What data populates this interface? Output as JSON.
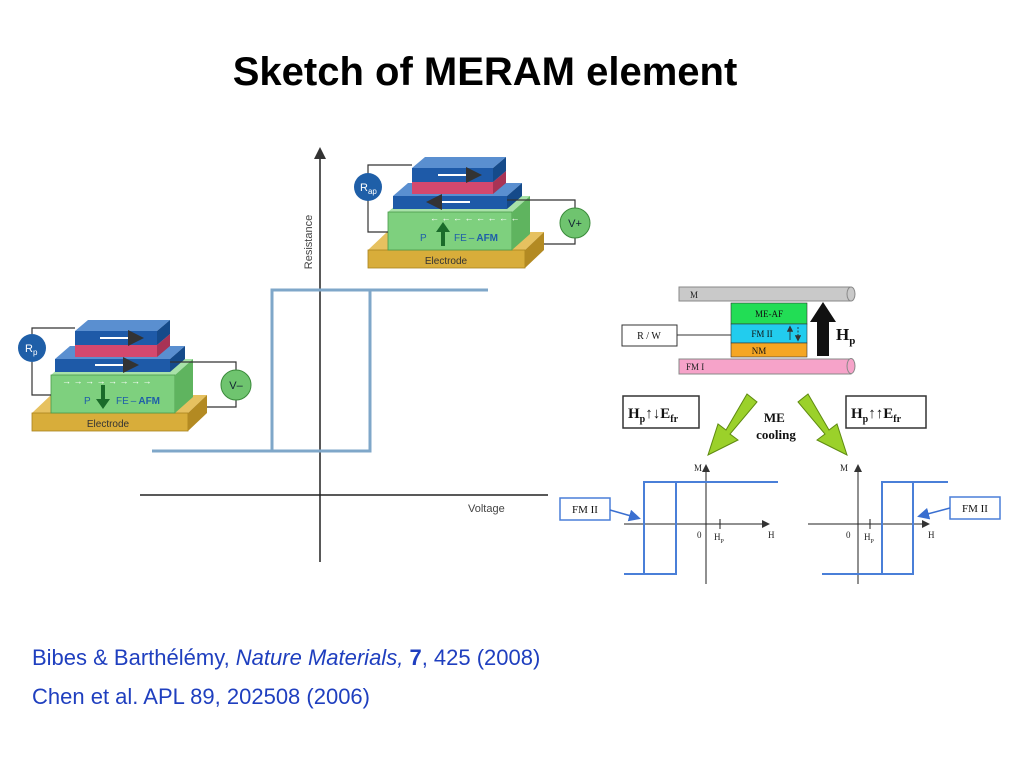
{
  "slide": {
    "title": "Sketch of MERAM element"
  },
  "left_diagram": {
    "y_axis_label": "Resistance",
    "x_axis_label": "Voltage",
    "top_device": {
      "resistor_label": "R",
      "resistor_sub": "ap",
      "source_label": "V+",
      "layer_label_p": "P",
      "layer_label_fe": "FE",
      "layer_label_dash": "–",
      "layer_label_afm": "AFM",
      "electrode_label": "Electrode"
    },
    "bottom_device": {
      "resistor_label": "R",
      "resistor_sub": "p",
      "source_label": "V–",
      "layer_label_p": "P",
      "layer_label_fe": "FE",
      "layer_label_dash": "–",
      "layer_label_afm": "AFM",
      "electrode_label": "Electrode"
    }
  },
  "right_diagram": {
    "top_layer": "M",
    "meaf_layer": "ME-AF",
    "fm2_layer": "FM II",
    "nm_layer": "NM",
    "fm1_layer": "FM I",
    "rw_label": "R / W",
    "hp_main": "H",
    "hp_sub": "p",
    "box_left": {
      "h": "H",
      "p": "p",
      "arrows": "↑↓",
      "e": "E",
      "fr": "fr"
    },
    "box_right": {
      "h": "H",
      "p": "p",
      "arrows": "↑↑",
      "e": "E",
      "fr": "fr"
    },
    "me_cooling_1": "ME",
    "me_cooling_2": "cooling",
    "loop_left": {
      "m": "M",
      "h": "H",
      "zero": "0",
      "hp": "H",
      "hp_sub": "P",
      "callout": "FM II"
    },
    "loop_right": {
      "m": "M",
      "h": "H",
      "zero": "0",
      "hp": "H",
      "hp_sub": "P",
      "callout": "FM II"
    }
  },
  "citations": {
    "line1_authors": "Bibes & Barthélémy, ",
    "line1_journal": "Nature Materials,",
    "line1_space": " ",
    "line1_volume": "7",
    "line1_rest": ", 425 (2008)",
    "line2": "Chen et al. APL 89, 202508 (2006)"
  },
  "colors": {
    "loop_left": "#7fa7c9",
    "loop_right": "#4a7fd8",
    "layer_blue": "#1e5aa8",
    "layer_pink": "#d4486e",
    "layer_green": "#7ed07e",
    "electrode": "#d8ad3a",
    "resistor": "#1f5fa8",
    "source": "#6fc46f",
    "meaf": "#22dd55",
    "fm2": "#22ccee",
    "nm": "#f5a623",
    "fm1": "#f6a3c9",
    "arrow_green": "#9bd12a",
    "citation": "#1f3fbf"
  }
}
